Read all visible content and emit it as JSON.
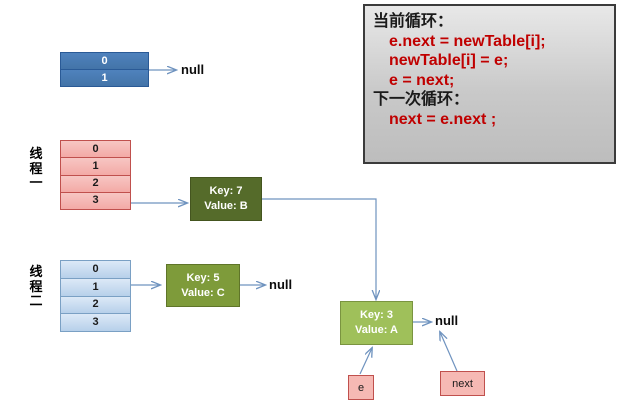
{
  "diagram": {
    "title_semantic": "hashmap-resize-concurrency-diagram",
    "tables": [
      {
        "name": "new-table-empty",
        "style": "blue",
        "rows": [
          "0",
          "1"
        ],
        "tail_label": "null"
      },
      {
        "name": "thread-one-table",
        "style": "red",
        "label": "线程一",
        "rows": [
          "0",
          "1",
          "2",
          "3"
        ]
      },
      {
        "name": "thread-two-table",
        "style": "light-blue",
        "label": "线程二",
        "rows": [
          "0",
          "1",
          "2",
          "3"
        ]
      }
    ],
    "nodes": [
      {
        "name": "node-key-7",
        "key_line": "Key: 7",
        "value_line": "Value: B",
        "shade": "dark"
      },
      {
        "name": "node-key-5",
        "key_line": "Key: 5",
        "value_line": "Value: C",
        "shade": "mid",
        "tail_label": "null"
      },
      {
        "name": "node-key-3",
        "key_line": "Key: 3",
        "value_line": "Value: A",
        "shade": "light",
        "tail_label": "null"
      }
    ],
    "nulls": {
      "top": "null",
      "middle": "null",
      "right": "null"
    },
    "chips": [
      {
        "name": "pointer-e",
        "label": "e"
      },
      {
        "name": "pointer-next",
        "label": "next"
      }
    ]
  },
  "code_box": {
    "name": "loop-code-callout",
    "lines": [
      {
        "text": "当前循环：",
        "kind": "heading"
      },
      {
        "text": "e.next = newTable[i];",
        "kind": "code"
      },
      {
        "text": "newTable[i] = e;",
        "kind": "code"
      },
      {
        "text": "e = next;",
        "kind": "code"
      },
      {
        "text": "下一次循环：",
        "kind": "heading"
      },
      {
        "text": "next = e.next ;",
        "kind": "code"
      }
    ]
  },
  "colors": {
    "arrow": "#6f93bf",
    "node_dark": "#556b2a",
    "node_mid": "#7e9b3a",
    "node_light": "#9fc05a",
    "chip_fill": "#f6b9b4",
    "code_text": "#c00000"
  }
}
